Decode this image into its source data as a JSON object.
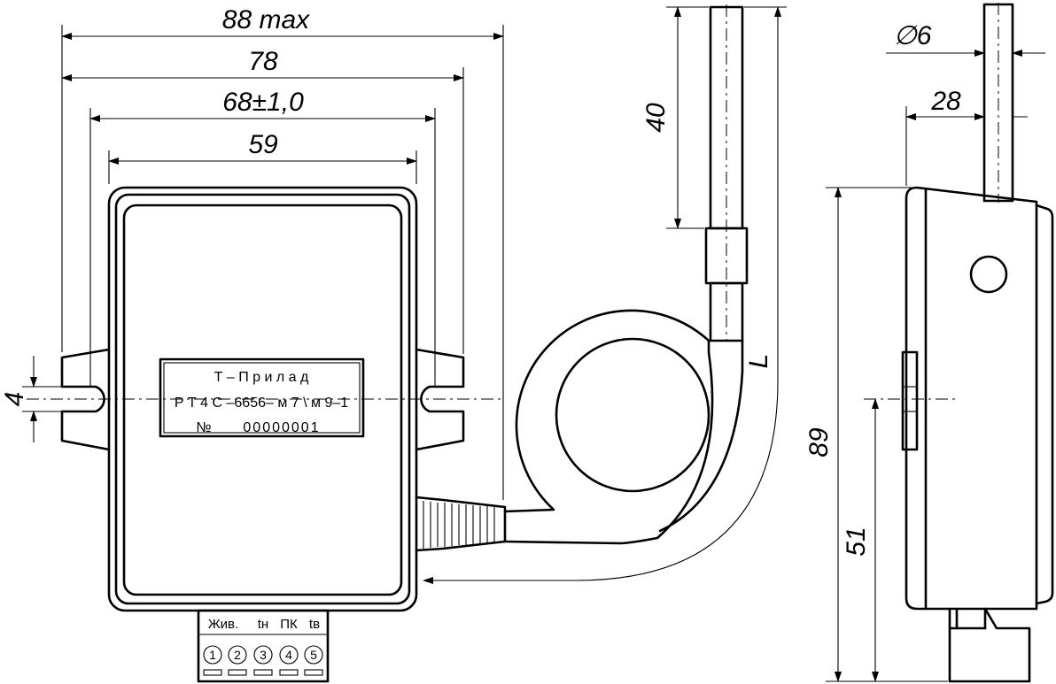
{
  "dimensions": {
    "overall_max": "88 max",
    "outer_width": "78",
    "mount_spacing": "68±1,0",
    "body_width": "59",
    "slot_height": "4",
    "probe_tip": "40",
    "cable_length": "L",
    "probe_diameter": "∅6",
    "probe_offset": "28",
    "height": "89",
    "mount_height": "51"
  },
  "label": {
    "line1": "Т – П р и л а д",
    "line2": "Р Т 4 С –6656– м 7 \\ м 9–1",
    "line3_prefix": "№",
    "line3_serial": "00000001"
  },
  "terminals": {
    "headers": [
      "Жив.",
      "tн",
      "ПК",
      "tв"
    ],
    "numbers": [
      "1",
      "2",
      "3",
      "4",
      "5"
    ]
  }
}
